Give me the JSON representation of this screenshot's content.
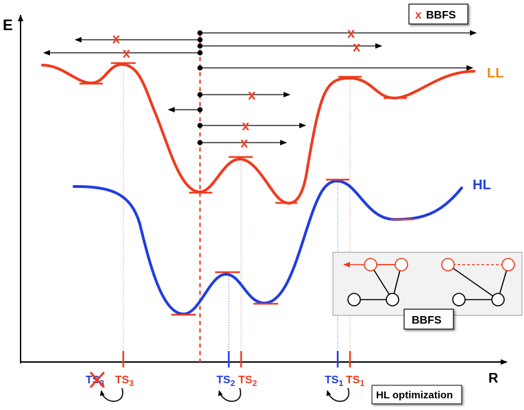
{
  "axes": {
    "y_label": "E",
    "x_label": "R"
  },
  "legend": {
    "marker": "x",
    "label": "BBFS"
  },
  "curves": {
    "ll": {
      "label": "LL",
      "color": "#ee3b1e",
      "label_color": "#f28a12"
    },
    "hl": {
      "label": "HL",
      "color": "#1f3de0"
    }
  },
  "transition_states": {
    "ts3_hl": {
      "base": "TS",
      "sub": "3"
    },
    "ts3_ll": {
      "base": "TS",
      "sub": "3"
    },
    "ts2_hl": {
      "base": "TS",
      "sub": "2"
    },
    "ts2_ll": {
      "base": "TS",
      "sub": "2"
    },
    "ts1_hl": {
      "base": "TS",
      "sub": "1"
    },
    "ts1_ll": {
      "base": "TS",
      "sub": "1"
    }
  },
  "x_mark": "x",
  "inset_label": "BBFS",
  "hl_optimization_label": "HL optimization",
  "colors": {
    "red": "#ee3b1e",
    "blue": "#1f3de0",
    "orange": "#f28a12",
    "black": "#000000"
  }
}
